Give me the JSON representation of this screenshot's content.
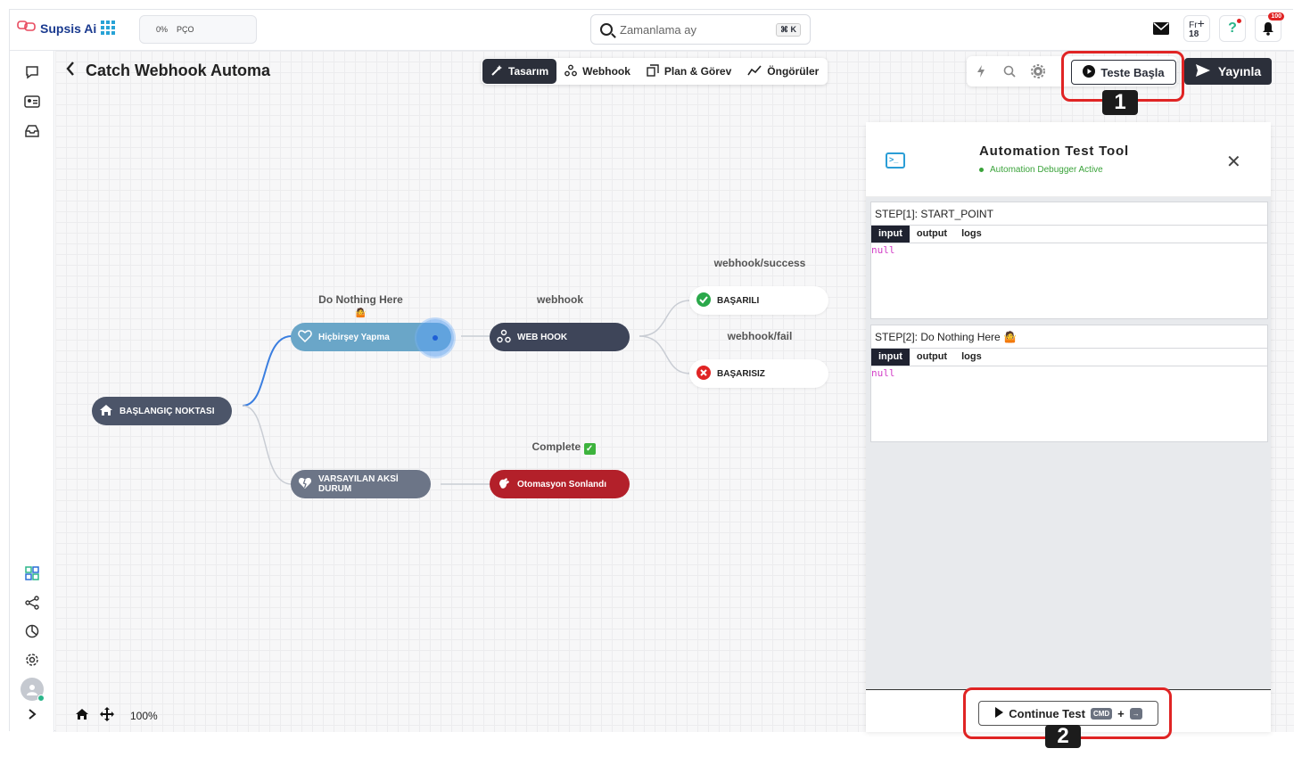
{
  "topbar": {
    "brand": "Supsis Ai",
    "progress_percent": "0%",
    "progress_label": "PÇO",
    "search_value": "Zamanlama ay",
    "search_shortcut": "⌘ K",
    "calendar_month": "Fr",
    "calendar_day": "18",
    "help_glyph": "?",
    "notification_count": "100"
  },
  "canvas": {
    "title": "Catch Webhook Automa",
    "tabs": [
      {
        "label": "Tasarım",
        "active": true
      },
      {
        "label": "Webhook",
        "active": false
      },
      {
        "label": "Plan & Görev",
        "active": false
      },
      {
        "label": "Öngörüler",
        "active": false
      }
    ],
    "test_button": "Teste Başla",
    "publish_button": "Yayınla",
    "zoom": "100%",
    "nodes": {
      "start": "BAŞLANGIÇ NOKTASI",
      "do_nothing": "Hiçbirşey Yapma",
      "webhook": "WEB HOOK",
      "success": "BAŞARILI",
      "fail": "BAŞARISIZ",
      "default": "VARSAYILAN AKSİ DURUM",
      "ended": "Otomasyon Sonlandı"
    },
    "edge_labels": {
      "do_nothing": "Do Nothing Here",
      "webhook": "webhook",
      "success": "webhook/success",
      "fail": "webhook/fail",
      "complete": "Complete"
    }
  },
  "annotations": {
    "first": "1",
    "second": "2"
  },
  "panel": {
    "title": "Automation Test Tool",
    "status": "Automation Debugger Active",
    "steps": [
      {
        "header": "STEP[1]: START_POINT",
        "tabs": [
          "input",
          "output",
          "logs"
        ],
        "content": "null"
      },
      {
        "header": "STEP[2]: Do Nothing Here 🤷",
        "tabs": [
          "input",
          "output",
          "logs"
        ],
        "content": "null"
      }
    ],
    "continue_button": "Continue Test",
    "continue_key1": "CMD",
    "continue_plus": "+",
    "continue_key2": "→"
  },
  "colors": {
    "dark_node": "#3e4559",
    "blue_node": "#6aa6c8",
    "grey_node": "#6c7587",
    "red_node": "#b3202a",
    "highlight": "#e02424"
  }
}
